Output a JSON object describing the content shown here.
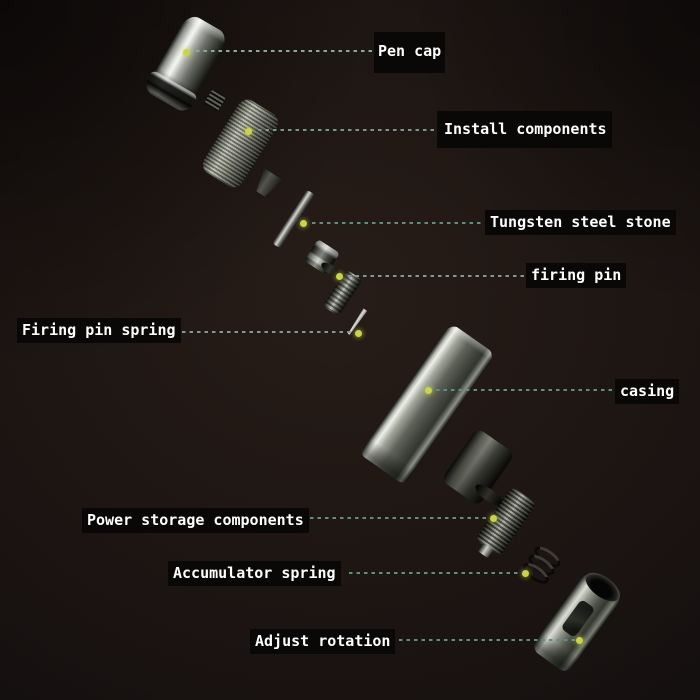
{
  "diagram": {
    "type": "exploded-parts-diagram",
    "subject": "tactical pen components"
  },
  "colors": {
    "background": "#1e1613",
    "label_text": "#ffffff",
    "label_patch": "#0a0807",
    "leader_line": "#5d8f82",
    "marker_dot": "#c8d44a"
  },
  "annotations": [
    {
      "part": "pen-cap",
      "label": "Pen cap",
      "side": "right"
    },
    {
      "part": "install-components",
      "label": "Install components",
      "side": "right"
    },
    {
      "part": "tungsten-steel-stone",
      "label": "Tungsten steel stone",
      "side": "right"
    },
    {
      "part": "firing-pin",
      "label": "firing pin",
      "side": "right"
    },
    {
      "part": "firing-pin-spring",
      "label": "Firing pin spring",
      "side": "left"
    },
    {
      "part": "casing",
      "label": "casing",
      "side": "right"
    },
    {
      "part": "power-storage-components",
      "label": "Power storage components",
      "side": "left"
    },
    {
      "part": "accumulator-spring",
      "label": "Accumulator spring",
      "side": "left"
    },
    {
      "part": "adjust-rotation",
      "label": "Adjust rotation",
      "side": "left"
    }
  ]
}
